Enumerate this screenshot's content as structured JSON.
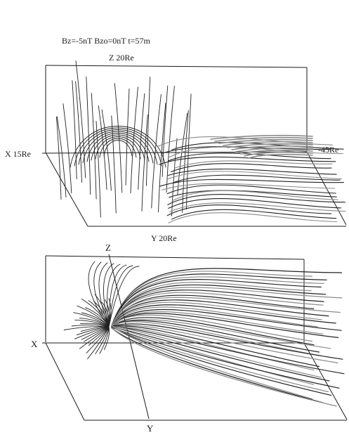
{
  "title": "Bz=-5nT Bzo=0nT t=57m",
  "top_panel": {
    "axis_z": "Z 20Re",
    "axis_x": "X 15Re",
    "axis_y": "Y 20Re",
    "axis_x_far": "-45Re"
  },
  "bottom_panel": {
    "axis_z": "Z",
    "axis_x": "X",
    "axis_y": "Y"
  },
  "colors": {
    "ink": "#1a1a1a",
    "line_dark": "#222222",
    "line_grey": "#8a8a8a",
    "background": "#ffffff"
  }
}
